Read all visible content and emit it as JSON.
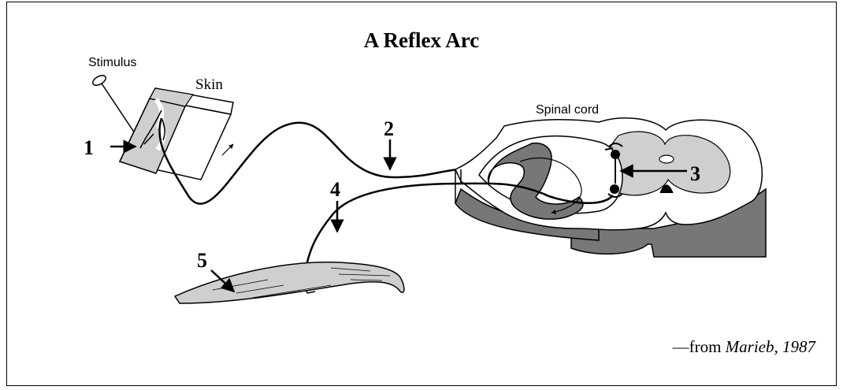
{
  "diagram": {
    "title": "A Reflex Arc",
    "labels": {
      "stimulus": "Stimulus",
      "skin": "Skin",
      "spinal_cord": "Spinal cord"
    },
    "callouts": [
      "1",
      "2",
      "3",
      "4",
      "5"
    ],
    "credit": {
      "prefix": "—from ",
      "source": "Marieb, 1987"
    }
  }
}
